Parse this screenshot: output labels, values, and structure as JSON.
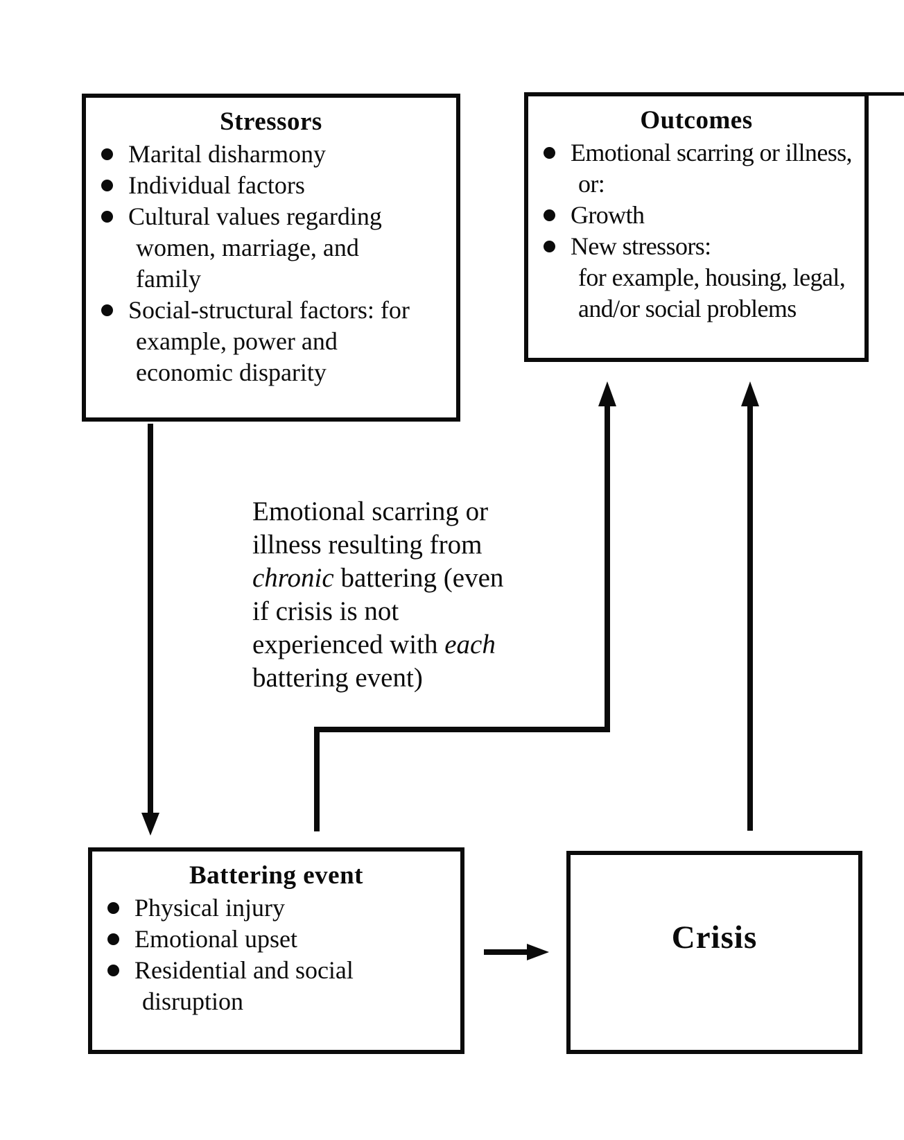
{
  "colors": {
    "ink": "#0b0b0b",
    "paper": "#ffffff"
  },
  "boxes": {
    "stressors": {
      "title": "Stressors",
      "items": [
        {
          "lines": [
            "Marital disharmony"
          ]
        },
        {
          "lines": [
            "Individual factors"
          ]
        },
        {
          "lines": [
            "Cultural values regarding",
            "women, marriage, and",
            "family"
          ]
        },
        {
          "lines": [
            "Social-structural factors: for",
            "example, power and",
            "economic disparity"
          ]
        }
      ]
    },
    "outcomes": {
      "title": "Outcomes",
      "items": [
        {
          "lines": [
            "Emotional scarring or illness,",
            "or:"
          ]
        },
        {
          "lines": [
            "Growth"
          ]
        },
        {
          "lines": [
            "New stressors:",
            "for example, housing, legal,",
            "and/or social problems"
          ]
        }
      ]
    },
    "battering": {
      "title": "Battering event",
      "items": [
        {
          "lines": [
            "Physical injury"
          ]
        },
        {
          "lines": [
            "Emotional upset"
          ]
        },
        {
          "lines": [
            "Residential and social",
            "disruption"
          ]
        }
      ]
    },
    "crisis": {
      "title": "Crisis"
    }
  },
  "annotation": {
    "lines": [
      [
        [
          "n",
          "Emotional scarring or"
        ]
      ],
      [
        [
          "n",
          "illness resulting from"
        ]
      ],
      [
        [
          "i",
          "chronic"
        ],
        [
          "n",
          " battering (even"
        ]
      ],
      [
        [
          "n",
          "if crisis is not"
        ]
      ],
      [
        [
          "n",
          "experienced with "
        ],
        [
          "i",
          "each"
        ]
      ],
      [
        [
          "n",
          "battering event)"
        ]
      ]
    ]
  }
}
